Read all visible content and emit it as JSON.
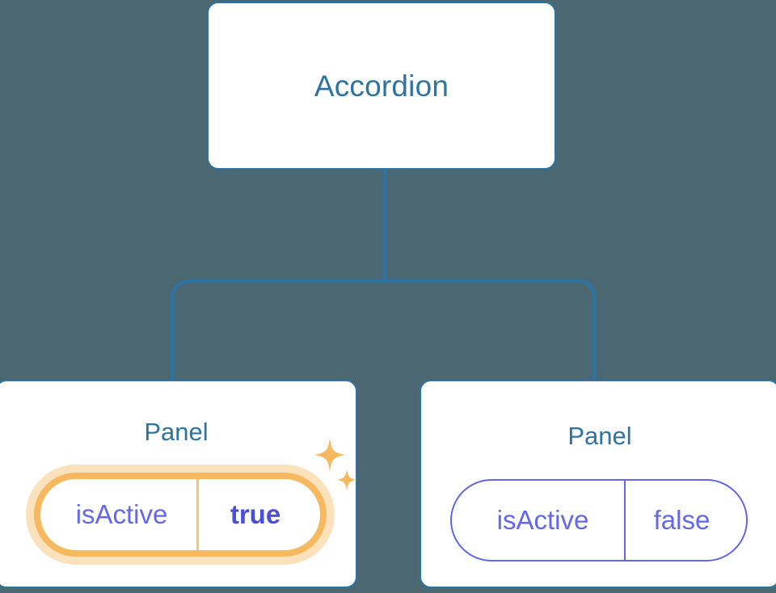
{
  "diagram": {
    "type": "component-tree",
    "background_color": "#4b6872",
    "node_border_color": "#2d74a3",
    "node_title_color": "#2d74a3",
    "prop_color": "#6468e6",
    "highlight_color": "#f7b95f",
    "highlight_glow_color": "#fbe2bc",
    "root": {
      "label": "Accordion"
    },
    "children": [
      {
        "label": "Panel",
        "highlighted": true,
        "prop": {
          "key": "isActive",
          "value": "true"
        },
        "sparkle_icon": "sparkles-icon"
      },
      {
        "label": "Panel",
        "highlighted": false,
        "prop": {
          "key": "isActive",
          "value": "false"
        }
      }
    ],
    "edges": [
      {
        "from": "Accordion",
        "to": "Panel (isActive true)"
      },
      {
        "from": "Accordion",
        "to": "Panel (isActive false)"
      }
    ]
  }
}
